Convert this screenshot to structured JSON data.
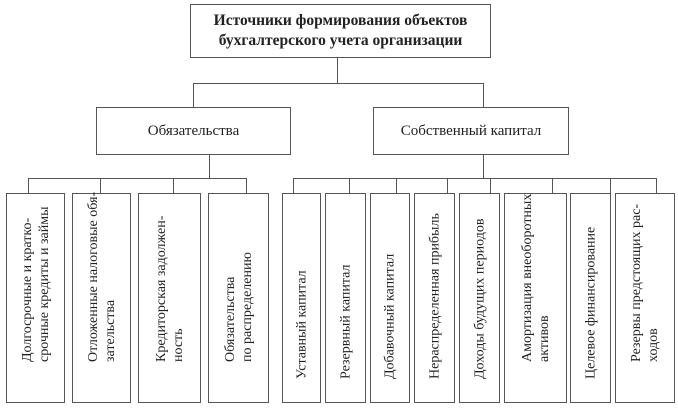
{
  "diagram": {
    "root": {
      "line1": "Источники формирования объектов",
      "line2": "бухгалтерского учета организации"
    },
    "branches": [
      {
        "label": "Обязательства",
        "children": [
          "Долгосрочные и кратко-\nсрочные кредиты и займы",
          "Отложенные налоговые обя-\nзательства",
          "Кредиторская задолжен-\nность",
          "Обязательства\nпо распределению"
        ]
      },
      {
        "label": "Собственный капитал",
        "children": [
          "Уставный капитал",
          "Резервный капитал",
          "Добавочный капитал",
          "Нераспределенная прибыль",
          "Доходы будущих периодов",
          "Амортизация внеоборотных\nактивов",
          "Целевое финансирование",
          "Резервы предстоящих рас-\nходов"
        ]
      }
    ]
  }
}
